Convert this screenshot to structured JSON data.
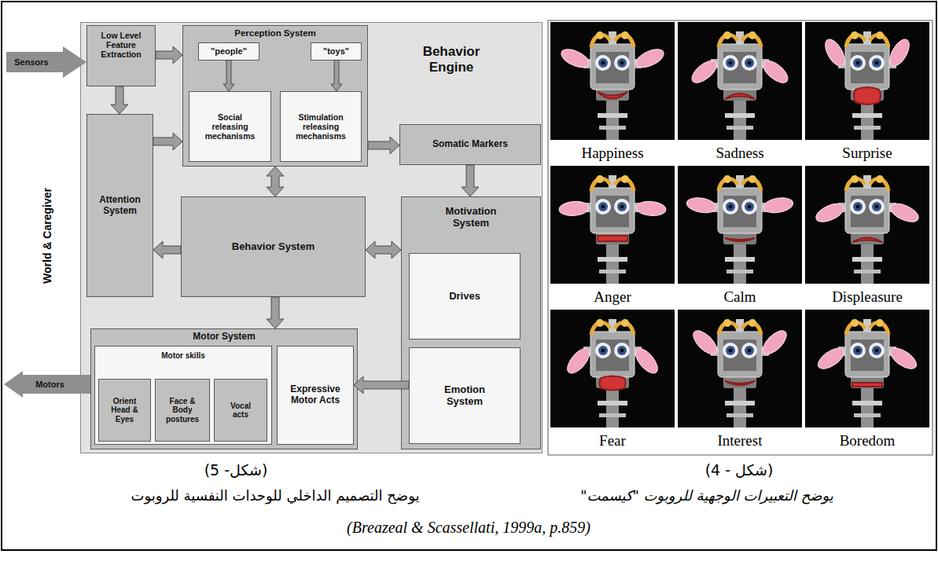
{
  "diagram": {
    "nodes": [
      {
        "text": [
          "Sensors"
        ]
      },
      {
        "text": [
          "Behavior Engine"
        ]
      },
      {
        "text": [
          "Low Level Feature Extraction"
        ],
        "in": 1
      },
      {
        "text": [
          "Perception System"
        ],
        "in": 1
      },
      {
        "text": [
          "\"people\""
        ],
        "in": 3
      },
      {
        "text": [
          "\"toys\""
        ],
        "in": 3
      },
      {
        "text": [
          "Social releasing mechanisms"
        ],
        "in": 3
      },
      {
        "text": [
          "Stimulation releasing mechanisms"
        ],
        "in": 3
      },
      {
        "text": [
          "Attention System"
        ],
        "in": 1
      },
      {
        "text": [
          "Somatic Markers"
        ],
        "in": 1
      },
      {
        "text": [
          "Behavior System"
        ],
        "in": 1
      },
      {
        "text": [
          "Motivation System"
        ],
        "in": 1
      },
      {
        "text": [
          "Drives"
        ],
        "in": 11
      },
      {
        "text": [
          "Emotion System"
        ],
        "in": 11
      },
      {
        "text": [
          "Motor System"
        ],
        "in": 1
      },
      {
        "text": [
          "Motor skills"
        ],
        "in": 14
      },
      {
        "text": [
          "Orient Head & Eyes"
        ],
        "in": 15
      },
      {
        "text": [
          "Face & Body postures"
        ],
        "in": 15
      },
      {
        "text": [
          "Vocal acts"
        ],
        "in": 15
      },
      {
        "text": [
          "Expressive Motor Acts"
        ],
        "in": 14
      },
      {
        "text": [
          "Motors"
        ]
      }
    ],
    "edges": [
      {
        "from": 0,
        "to": 2,
        "arrow": "to"
      },
      {
        "from": 2,
        "to": 3,
        "arrow": "to"
      },
      {
        "from": 2,
        "to": 8,
        "arrow": "to"
      },
      {
        "from": 8,
        "to": 3,
        "arrow": "to"
      },
      {
        "from": 4,
        "to": 6,
        "arrow": "to"
      },
      {
        "from": 5,
        "to": 7,
        "arrow": "to"
      },
      {
        "from": 3,
        "to": 9,
        "arrow": "to"
      },
      {
        "from": 3,
        "to": 10,
        "arrow": "both"
      },
      {
        "from": 9,
        "to": 11,
        "arrow": "to"
      },
      {
        "from": 10,
        "to": 8,
        "arrow": "to"
      },
      {
        "from": 10,
        "to": 11,
        "arrow": "both"
      },
      {
        "from": 10,
        "to": 14,
        "arrow": "to"
      },
      {
        "from": 13,
        "to": 19,
        "arrow": "to"
      },
      {
        "from": 14,
        "to": 20,
        "arrow": "none"
      }
    ],
    "labels": [
      "World & Caregiver",
      "Happiness",
      "Sadness",
      "Surprise",
      "Anger",
      "Calm",
      "Displeasure",
      "Fear",
      "Interest",
      "Boredom",
      "(شكل- 5)",
      "(شكل - 4)",
      "يوضح التصميم الداخلي للوحدات النفسية للروبوت",
      "يوضح التعبيرات الوجهية للروبوت \"كيسمت\"",
      "(Breazeal & Scassellati, 1999a, p.859)"
    ]
  }
}
